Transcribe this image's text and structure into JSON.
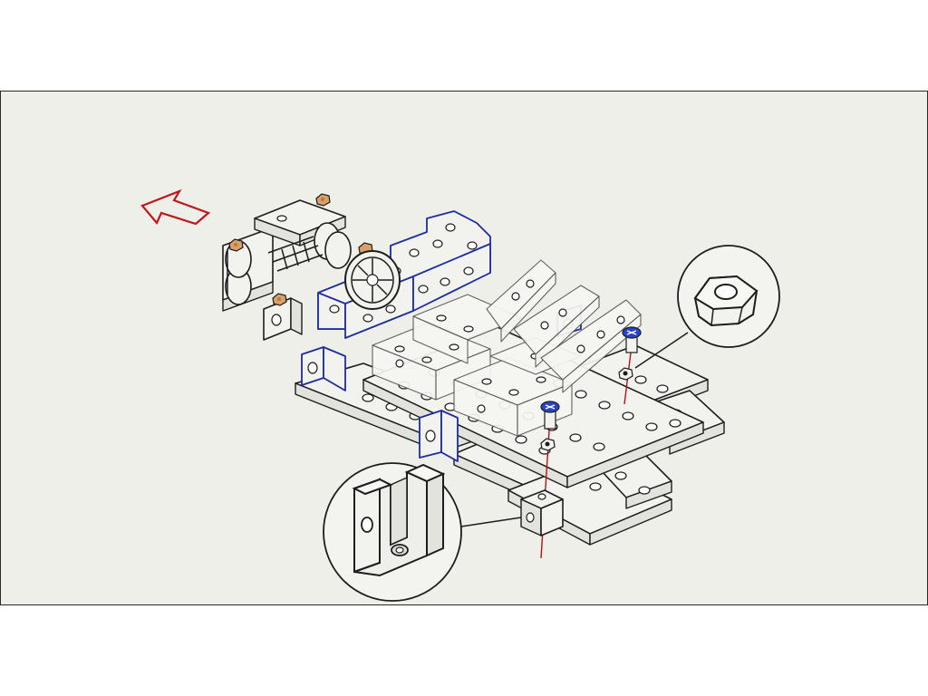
{
  "diagram": {
    "type": "exploded-assembly-instruction",
    "colors": {
      "background": "#efefe9",
      "outline": "#1d1d1d",
      "highlight_parts": "#1f2d9c",
      "direction_arrow": "#c0161c",
      "guide_lines": "#b3121a",
      "screw_heads": "#2a44c8",
      "nuts_top": "#d9a06a"
    },
    "icons": [
      "direction-arrow-icon",
      "hex-nut-icon",
      "u-bracket-icon",
      "screw-icon",
      "steering-wheel-icon"
    ],
    "callouts": [
      {
        "part": "hex-nut",
        "icon": "hex-nut-icon"
      },
      {
        "part": "u-bracket",
        "icon": "u-bracket-icon"
      }
    ],
    "screws_inserted": 2
  }
}
